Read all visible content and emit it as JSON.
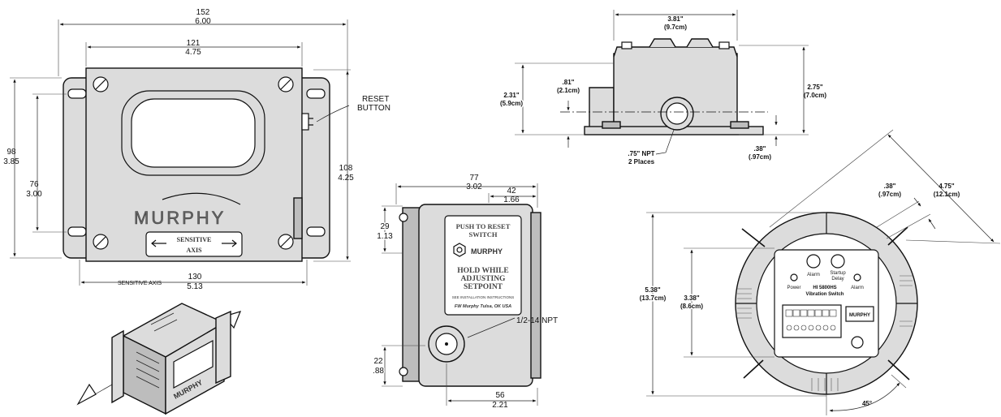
{
  "brand": "MURPHY",
  "front_view": {
    "dim_overall_width_mm": "152",
    "dim_overall_width_in": "6.00",
    "dim_body_width_mm": "121",
    "dim_body_width_in": "4.75",
    "dim_height_mm": "98",
    "dim_height_in": "3.85",
    "dim_inner_height_mm": "76",
    "dim_inner_height_in": "3.00",
    "dim_right_height_mm": "108",
    "dim_right_height_in": "4.25",
    "dim_bottom_width_mm": "130",
    "dim_bottom_width_in": "5.13",
    "reset_button_line1": "RESET",
    "reset_button_line2": "BUTTON",
    "sensitive_label_line1": "SENSITIVE",
    "sensitive_label_line2": "AXIS",
    "sensitive_axis_label": "SENSITIVE AXIS"
  },
  "side_view": {
    "dim_depth_mm": "77",
    "dim_depth_in": "3.02",
    "dim_offset_mm": "42",
    "dim_offset_in": "1.66",
    "dim_top_mm": "29",
    "dim_top_in": "1.13",
    "dim_bottom_mm": "22",
    "dim_bottom_in": ".88",
    "dim_port_mm": "56",
    "dim_port_in": "2.21",
    "port_label": "1/2-14 NPT",
    "plate_line1": "PUSH TO RESET",
    "plate_line2": "SWITCH",
    "plate_line3": "HOLD WHILE",
    "plate_line4": "ADJUSTING",
    "plate_line5": "SETPOINT",
    "plate_line6": "SEE INSTALLATION INSTRUCTIONS",
    "plate_line7": "FW Murphy Tulsa, OK USA"
  },
  "top_view": {
    "dim_width": "3.81\"",
    "dim_width_cm": "(9.7cm)",
    "dim_left_height": "2.31\"",
    "dim_left_height_cm": "(5.9cm)",
    "dim_center": ".81\"",
    "dim_center_cm": "(2.1cm)",
    "dim_right_height": "2.75\"",
    "dim_right_height_cm": "(7.0cm)",
    "dim_base": ".38\"",
    "dim_base_cm": "(.97cm)",
    "npt_label_line1": ".75\" NPT",
    "npt_label_line2": "2 Places"
  },
  "round_view": {
    "dim_slot": ".38\"",
    "dim_slot_cm": "(.97cm)",
    "dim_diag": "4.75\"",
    "dim_diag_cm": "(12.1cm)",
    "dim_outer": "5.38\"",
    "dim_outer_cm": "(13.7cm)",
    "dim_inner": "3.38\"",
    "dim_inner_cm": "(8.6cm)",
    "angle": "45°",
    "panel_alarm": "Alarm",
    "panel_startup": "Startup",
    "panel_delay": "Delay",
    "panel_power": "Power",
    "panel_alarm2": "Alarm",
    "panel_model": "HI 5800HS",
    "panel_title": "Vibration Switch"
  }
}
